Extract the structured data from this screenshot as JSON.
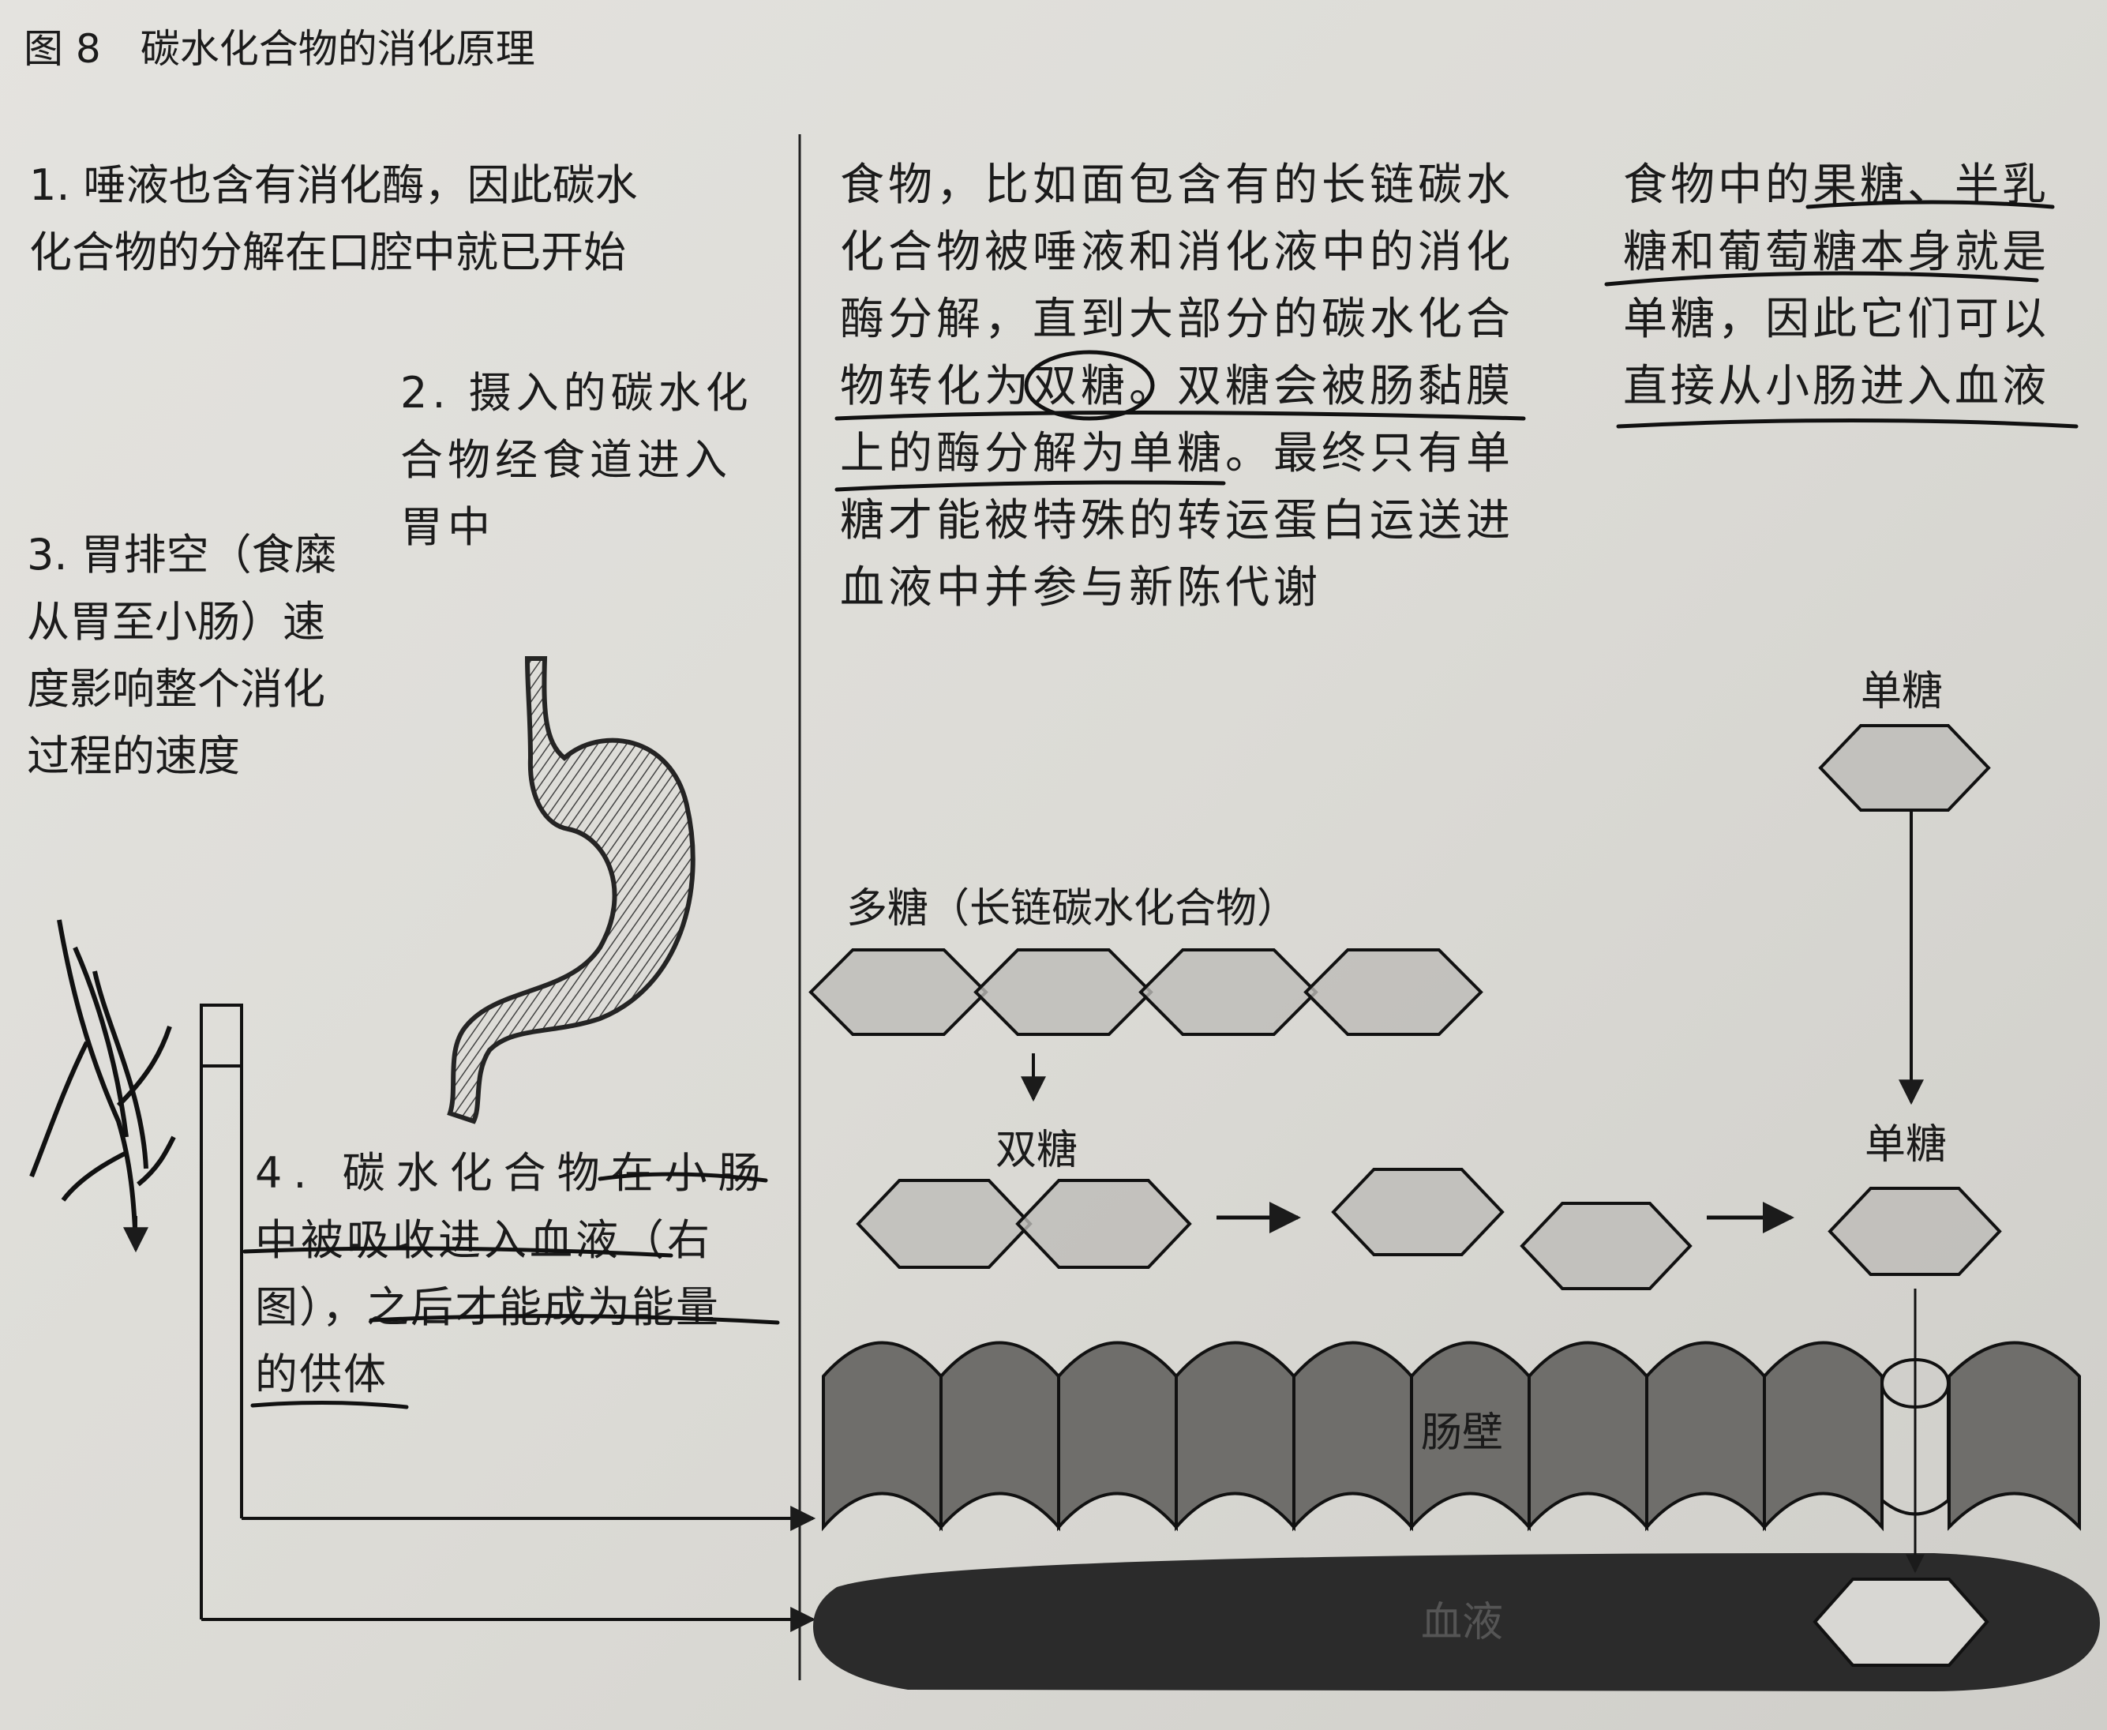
{
  "figure": {
    "number": "图 8",
    "title": "碳水化合物的消化原理"
  },
  "step1": {
    "lines": [
      "1. 唾液也含有消化酶，因此碳水",
      "化合物的分解在口腔中就已开始"
    ]
  },
  "step2": {
    "lines": [
      "2. 摄入的碳水化",
      "合物经食道进入",
      "胃中"
    ]
  },
  "step3": {
    "lines": [
      "3. 胃排空（食糜",
      "从胃至小肠）速",
      "度影响整个消化",
      "过程的速度"
    ]
  },
  "step4": {
    "lines": [
      "4. 碳水化合物在小肠",
      "中被吸收进入血液（右",
      "图），之后才能成为能量",
      "的供体"
    ]
  },
  "middle_text": {
    "lines": [
      "食物，比如面包含有的长链碳水",
      "化合物被唾液和消化液中的消化",
      "酶分解，直到大部分的碳水化合",
      "物转化为双糖。双糖会被肠黏膜",
      "上的酶分解为单糖。最终只有单",
      "糖才能被特殊的转运蛋白运送进",
      "血液中并参与新陈代谢"
    ]
  },
  "right_text": {
    "lines": [
      "食物中的果糖、半乳",
      "糖和葡萄糖本身就是",
      "单糖，因此它们可以",
      "直接从小肠进入血液"
    ]
  },
  "diagram": {
    "monosaccharide_top_label": "单糖",
    "polysaccharide_label": "多糖（长链碳水化合物）",
    "disaccharide_label": "双糖",
    "monosaccharide_label": "单糖",
    "intestinal_wall_label": "肠壁",
    "blood_label": "血液"
  },
  "colors": {
    "paper": "#dcdbd6",
    "ink": "#1b1b1b",
    "hexagon_fill": "#bdbcb8",
    "wall_fill": "#6f6e6b",
    "blood_fill": "#2b2b2b"
  }
}
